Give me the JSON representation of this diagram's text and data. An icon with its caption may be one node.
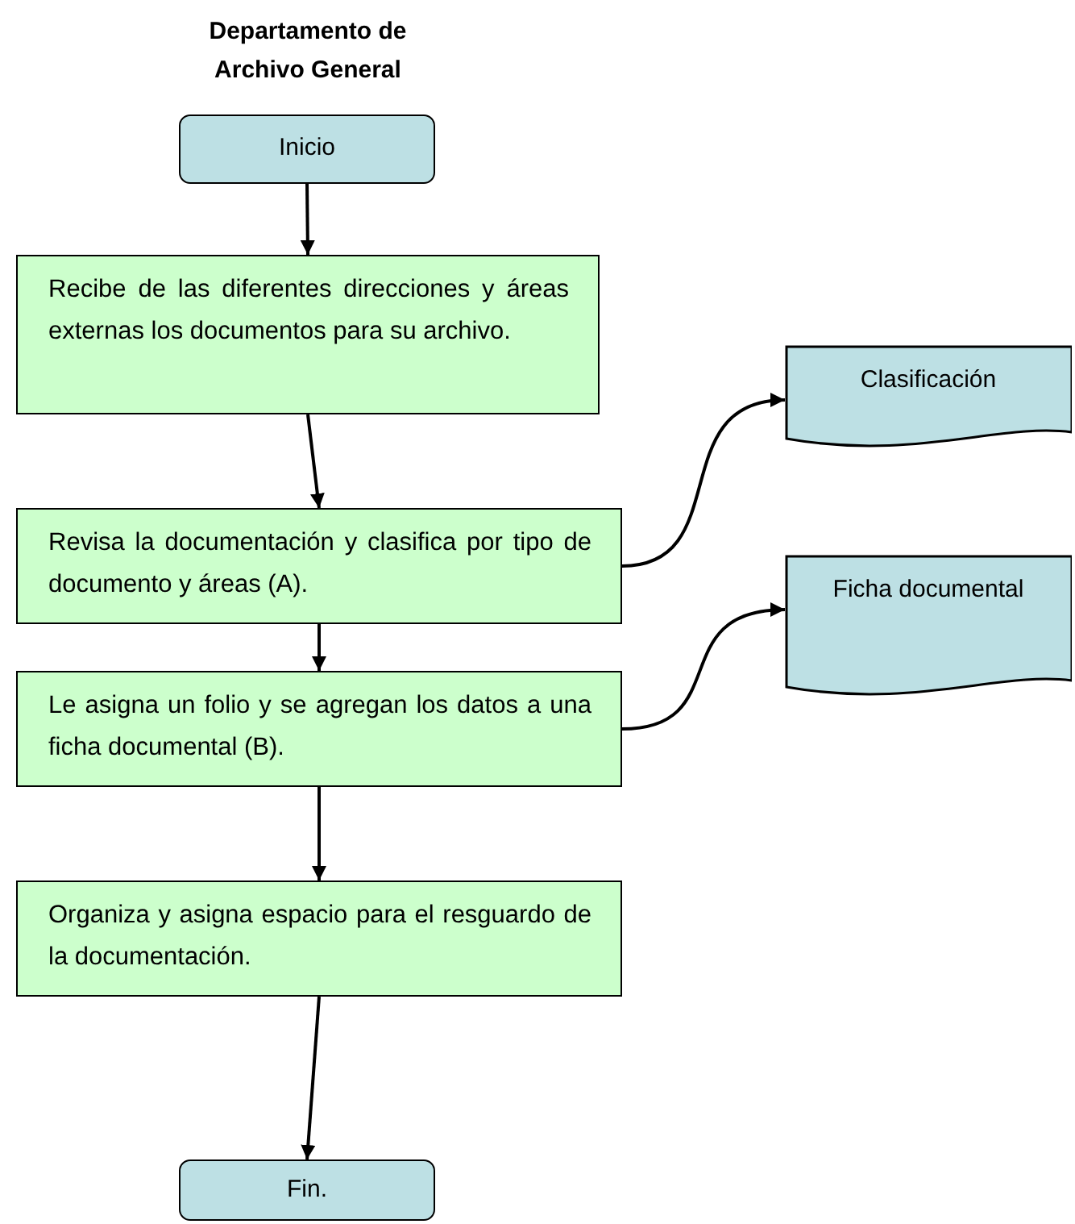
{
  "diagram": {
    "title": "Departamento de Archivo General",
    "nodes": [
      {
        "text": [
          "Inicio"
        ]
      },
      {
        "text": [
          "Recibe de las diferentes direcciones y áreas externas los documentos para su archivo."
        ]
      },
      {
        "text": [
          "Revisa la documentación y clasifica por tipo de documento y áreas (A)."
        ]
      },
      {
        "text": [
          "Le asigna un folio y se agregan los datos a una ficha documental (B)."
        ]
      },
      {
        "text": [
          "Organiza y asigna espacio para el resguardo de la documentación."
        ]
      },
      {
        "text": [
          "Fin."
        ]
      },
      {
        "text": [
          "Clasificación"
        ]
      },
      {
        "text": [
          "Ficha documental"
        ]
      }
    ],
    "edges": [
      {
        "from": 0,
        "to": 1,
        "arrow": "to"
      },
      {
        "from": 1,
        "to": 2,
        "arrow": "to"
      },
      {
        "from": 2,
        "to": 3,
        "arrow": "to"
      },
      {
        "from": 3,
        "to": 4,
        "arrow": "to"
      },
      {
        "from": 4,
        "to": 5,
        "arrow": "to"
      },
      {
        "from": 2,
        "to": 6,
        "arrow": "to"
      },
      {
        "from": 3,
        "to": 7,
        "arrow": "to"
      }
    ]
  }
}
